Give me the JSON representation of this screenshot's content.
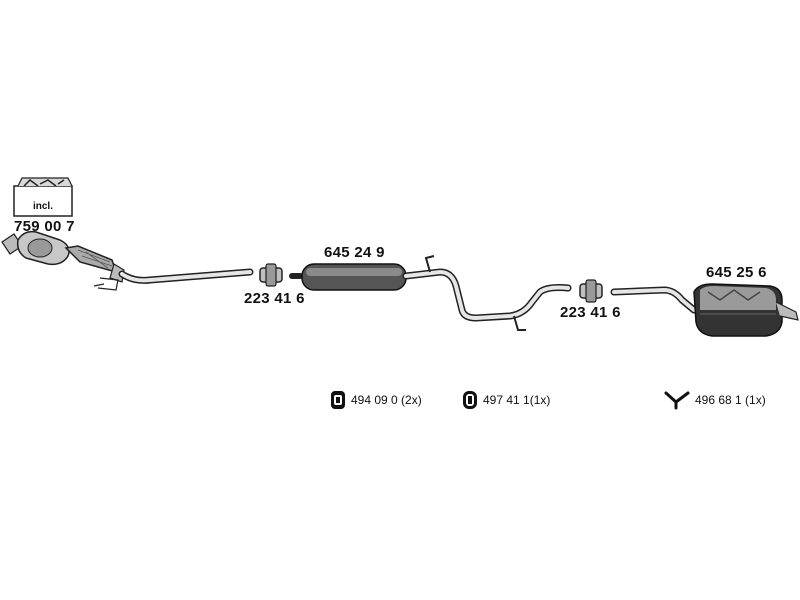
{
  "parts": {
    "catalytic_converter": "759 00 7",
    "incl_note": "incl.",
    "clamp_1": "223 41 6",
    "middle_silencer": "645 24 9",
    "clamp_2": "223 41 6",
    "rear_silencer": "645 25 6"
  },
  "legend": {
    "rubber_mount_a": "494 09 0 (2x)",
    "rubber_mount_b": "497 41 1(1x)",
    "bracket": "496 68 1 (1x)"
  },
  "icons": {
    "rubber_mount_a": "rubber-mount-icon",
    "rubber_mount_b": "rubber-mount-icon",
    "bracket": "y-bracket-icon"
  }
}
